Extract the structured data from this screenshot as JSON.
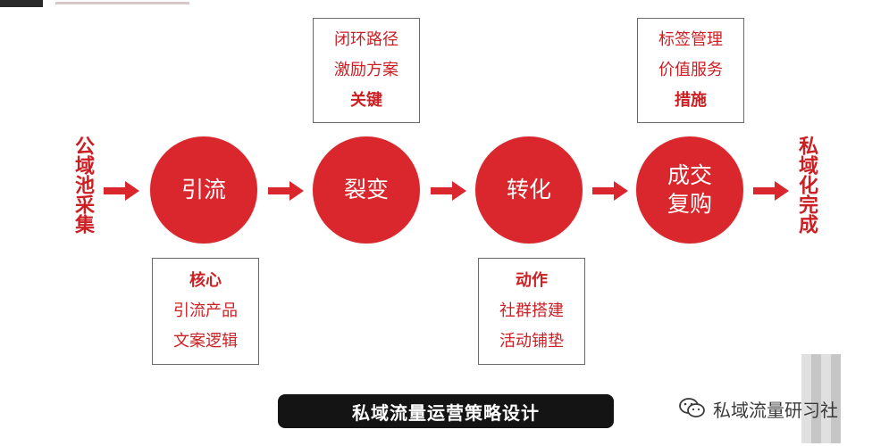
{
  "left_label": "公域池采集",
  "right_label": "私域化完成",
  "stages": [
    {
      "line1": "引流",
      "line2": ""
    },
    {
      "line1": "裂变",
      "line2": ""
    },
    {
      "line1": "转化",
      "line2": ""
    },
    {
      "line1": "成交",
      "line2": "复购"
    }
  ],
  "boxes": {
    "top_fission": {
      "items": [
        "闭环路径",
        "激励方案"
      ],
      "heading": "关键"
    },
    "top_deal": {
      "items": [
        "标签管理",
        "价值服务"
      ],
      "heading": "措施"
    },
    "bottom_traffic": {
      "heading": "核心",
      "items": [
        "引流产品",
        "文案逻辑"
      ]
    },
    "bottom_conversion": {
      "heading": "动作",
      "items": [
        "社群搭建",
        "活动铺垫"
      ]
    }
  },
  "banner": "私域流量运营策略设计",
  "watermark": "私域流量研习社",
  "colors": {
    "accent": "#d9272d",
    "text_red": "#cc1f24",
    "banner_bg": "#141414"
  }
}
